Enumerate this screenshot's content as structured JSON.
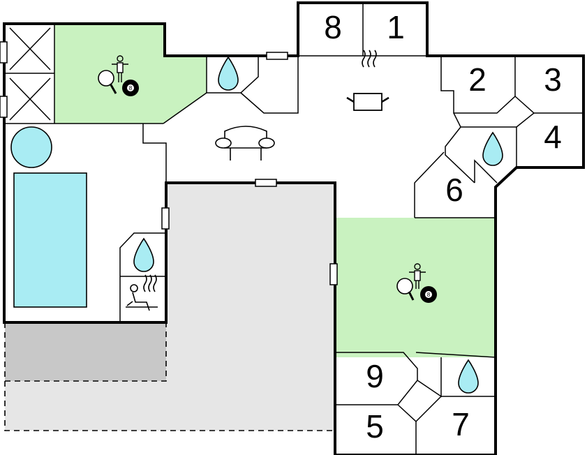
{
  "colors": {
    "pool_water": "#a9ecf3",
    "game_room": "#c9f2c0",
    "terrace": "#e6e6e6",
    "terrace_dark": "#c8c8c8",
    "wall": "#000000"
  },
  "rooms": {
    "r1": "1",
    "r2": "2",
    "r3": "3",
    "r4": "4",
    "r5": "5",
    "r6": "6",
    "r7": "7",
    "r8": "8",
    "r9": "9"
  },
  "icons": {
    "billiard_ball_label": "8",
    "billiard_ball_label_2": "8"
  }
}
